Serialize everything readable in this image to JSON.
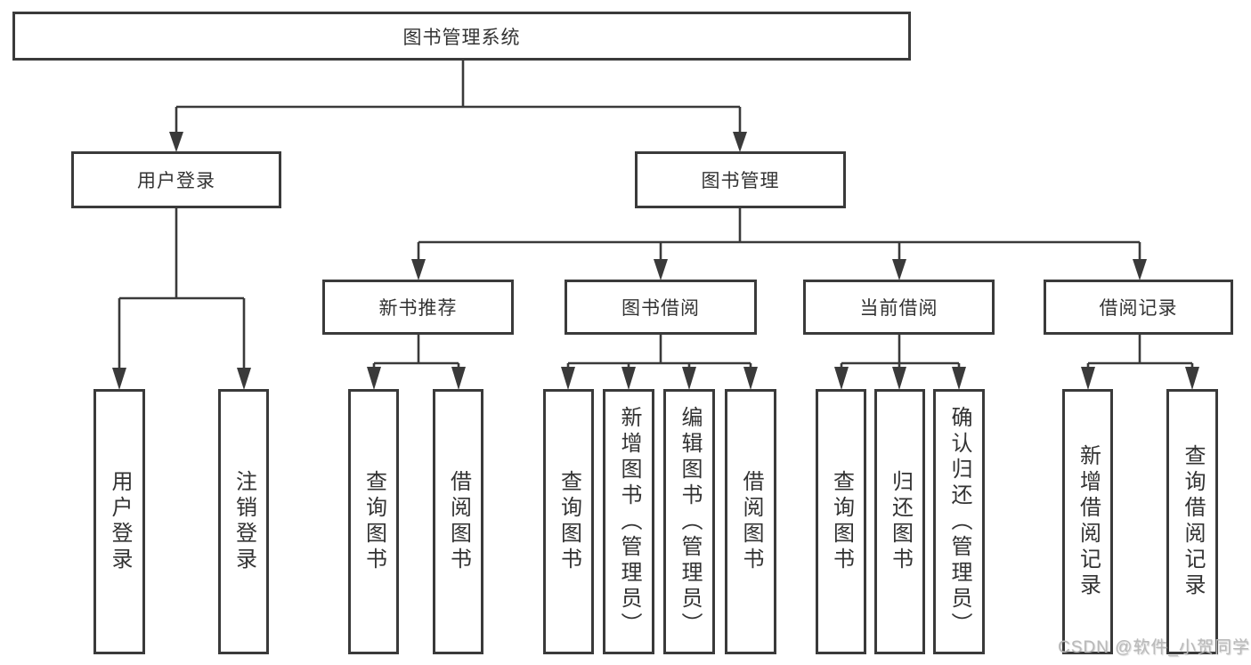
{
  "diagram": {
    "type": "hierarchy-tree",
    "watermark": "CSDN @软件_小贺同学",
    "colors": {
      "line": "#3a3a3a",
      "text": "#333333",
      "bg": "#ffffff",
      "watermark": "#b9b9b9"
    },
    "root": {
      "label": "图书管理系统"
    },
    "level2": [
      {
        "label": "用户登录",
        "parent": "图书管理系统"
      },
      {
        "label": "图书管理",
        "parent": "图书管理系统"
      }
    ],
    "level3": [
      {
        "label": "新书推荐",
        "parent": "图书管理"
      },
      {
        "label": "图书借阅",
        "parent": "图书管理"
      },
      {
        "label": "当前借阅",
        "parent": "图书管理"
      },
      {
        "label": "借阅记录",
        "parent": "图书管理"
      }
    ],
    "leaves": [
      {
        "label": "用户登录",
        "parent": "用户登录"
      },
      {
        "label": "注销登录",
        "parent": "用户登录"
      },
      {
        "label": "查询图书",
        "parent": "新书推荐"
      },
      {
        "label": "借阅图书",
        "parent": "新书推荐"
      },
      {
        "label": "查询图书",
        "parent": "图书借阅"
      },
      {
        "label": "新增图书（管理员）",
        "parent": "图书借阅"
      },
      {
        "label": "编辑图书（管理员）",
        "parent": "图书借阅"
      },
      {
        "label": "借阅图书",
        "parent": "图书借阅"
      },
      {
        "label": "查询图书",
        "parent": "当前借阅"
      },
      {
        "label": "归还图书",
        "parent": "当前借阅"
      },
      {
        "label": "确认归还（管理员）",
        "parent": "当前借阅"
      },
      {
        "label": "新增借阅记录",
        "parent": "借阅记录"
      },
      {
        "label": "查询借阅记录",
        "parent": "借阅记录"
      }
    ]
  }
}
